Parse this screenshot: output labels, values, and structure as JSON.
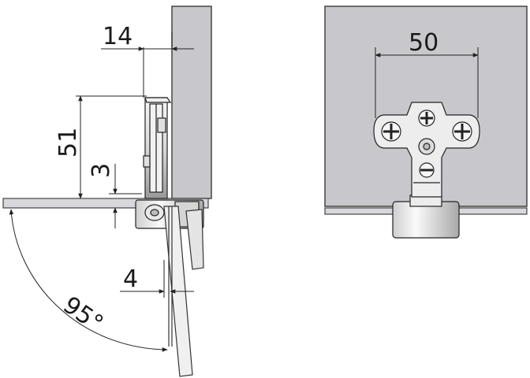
{
  "side_view": {
    "dim_top": "14",
    "dim_height": "51",
    "dim_gap": "3",
    "dim_bottom": "4",
    "angle": "95°"
  },
  "front_view": {
    "dim_width": "50"
  },
  "colors": {
    "panel": "#c8c8cc",
    "panel_edge": "#4a4a4a",
    "line": "#222222",
    "metal": "#e6e6e6"
  }
}
